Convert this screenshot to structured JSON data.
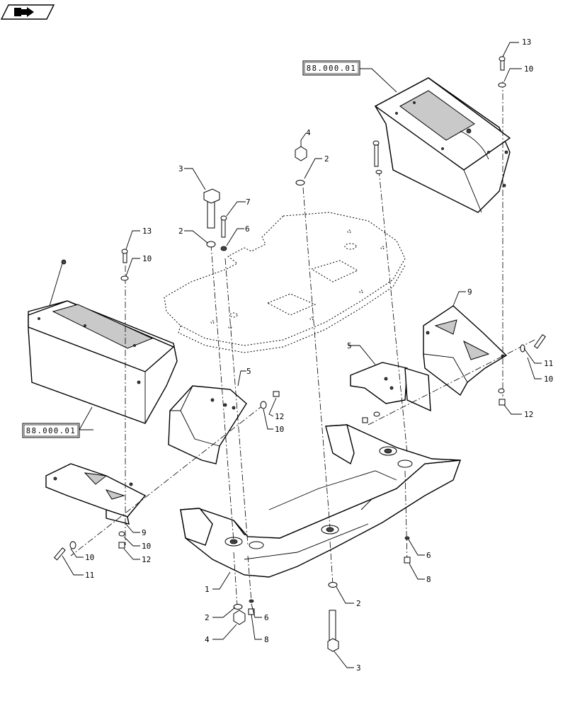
{
  "nav_icon": "page-forward-icon",
  "callouts": {
    "c1": "1",
    "c2a": "2",
    "c2b": "2",
    "c2c": "2",
    "c2d": "2",
    "c3a": "3",
    "c3b": "3",
    "c4a": "4",
    "c4b": "4",
    "c5a": "5",
    "c5b": "5",
    "c6a": "6",
    "c6b": "6",
    "c6c": "6",
    "c7": "7",
    "c8a": "8",
    "c8b": "8",
    "c9a": "9",
    "c9b": "9",
    "c10a": "10",
    "c10b": "10",
    "c10c": "10",
    "c10d": "10",
    "c10e": "10",
    "c10f": "10",
    "c11a": "11",
    "c11b": "11",
    "c12a": "12",
    "c12b": "12",
    "c12c": "12",
    "c13a": "13",
    "c13b": "13"
  },
  "references": {
    "top_right": "88.000.01",
    "left": "88.000.01"
  }
}
